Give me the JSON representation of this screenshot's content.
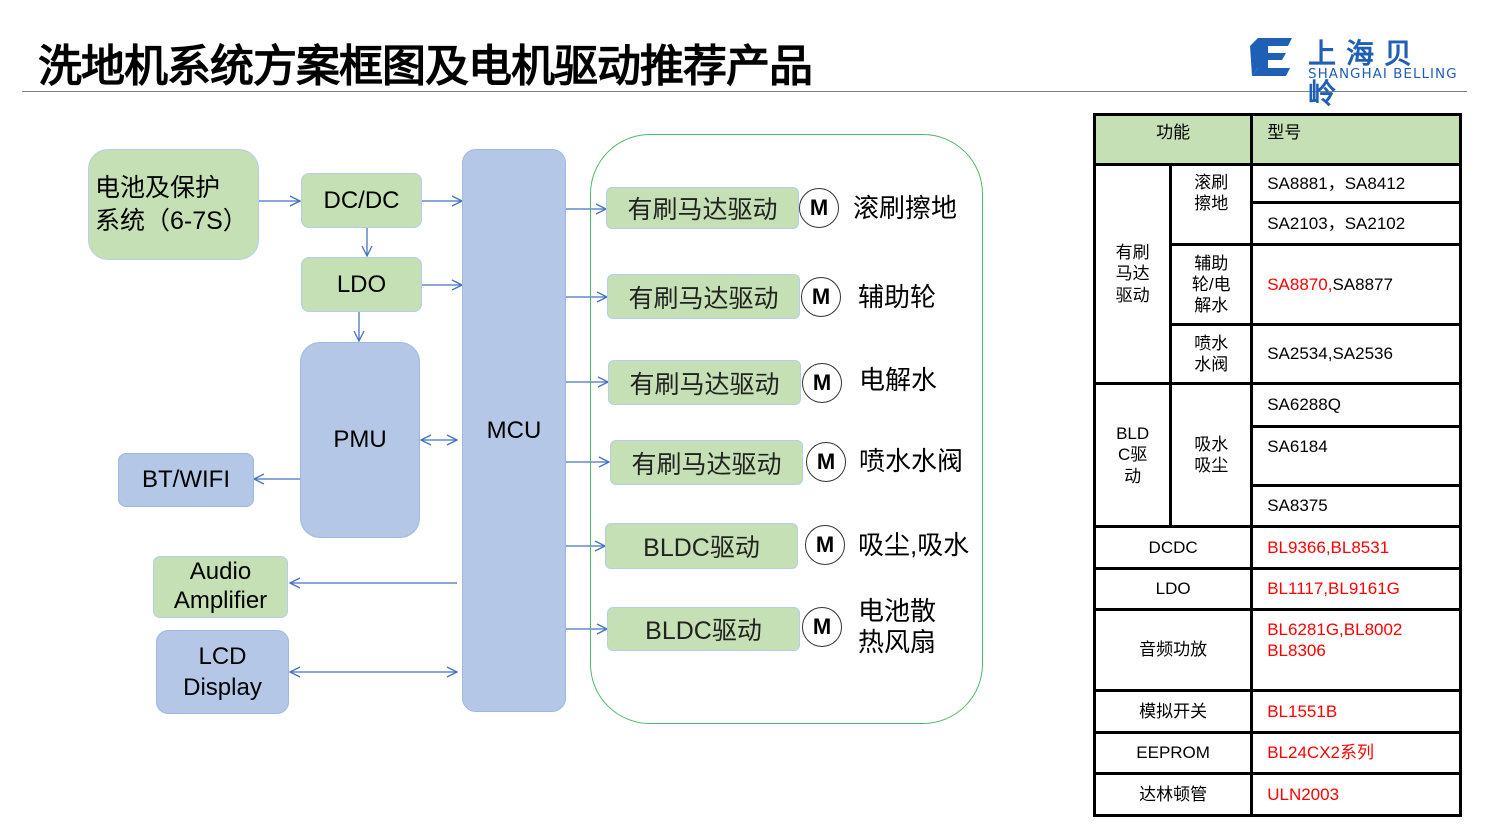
{
  "title": "洗地机系统方案框图及电机驱动推荐产品",
  "logo": {
    "cn": "上海贝岭",
    "en": "SHANGHAI BELLING",
    "icon": "belling-logo-icon",
    "color": "#1f5fb5"
  },
  "diagram": {
    "battery": "电池及保护\n系统（6-7S）",
    "dcdc": "DC/DC",
    "ldo": "LDO",
    "pmu": "PMU",
    "mcu": "MCU",
    "btwifi": "BT/WIFI",
    "audio": "Audio\nAmplifier",
    "lcd": "LCD\nDisplay",
    "motor_symbol": "M",
    "drivers": [
      {
        "driver": "有刷马达驱动",
        "function": "滚刷擦地"
      },
      {
        "driver": "有刷马达驱动",
        "function": "辅助轮"
      },
      {
        "driver": "有刷马达驱动",
        "function": "电解水"
      },
      {
        "driver": "有刷马达驱动",
        "function": "喷水水阀"
      },
      {
        "driver": "BLDC驱动",
        "function": "吸尘,吸水"
      },
      {
        "driver": "BLDC驱动",
        "function": "电池散\n热风扇"
      }
    ],
    "colors": {
      "green_box": "#c5e0b4",
      "blue_box": "#b4c7e7",
      "arrow": "#4472c4",
      "group_border": "#4cb86a"
    }
  },
  "table": {
    "headers": [
      "功能",
      "型号"
    ],
    "brushed": {
      "group": "有刷\n马达\n驱动",
      "rows": [
        {
          "sub": "滚刷\n擦地",
          "models": [
            "SA8881，SA8412",
            "SA2103，SA2102"
          ]
        },
        {
          "sub": "辅助\n轮/电\n解水",
          "model_red": "SA8870,",
          "model_black": "SA8877"
        },
        {
          "sub": "喷水\n水阀",
          "model": "SA2534,SA2536"
        }
      ]
    },
    "bldc": {
      "group": "BLD\nC驱\n动",
      "sub": "吸水\n吸尘",
      "models": [
        "SA6288Q",
        "SA6184",
        "SA8375"
      ]
    },
    "others": [
      {
        "function": "DCDC",
        "model": "BL9366,BL8531"
      },
      {
        "function": "LDO",
        "model": "BL1117,BL9161G"
      },
      {
        "function": "音频功放",
        "model": "BL6281G,BL8002\nBL8306"
      },
      {
        "function": "模拟开关",
        "model": "BL1551B"
      },
      {
        "function": "EEPROM",
        "model": "BL24CX2系列"
      },
      {
        "function": "达林顿管",
        "model": "ULN2003"
      }
    ],
    "colors": {
      "header_bg": "#c5e0b4",
      "highlight": "#ff0000"
    }
  }
}
